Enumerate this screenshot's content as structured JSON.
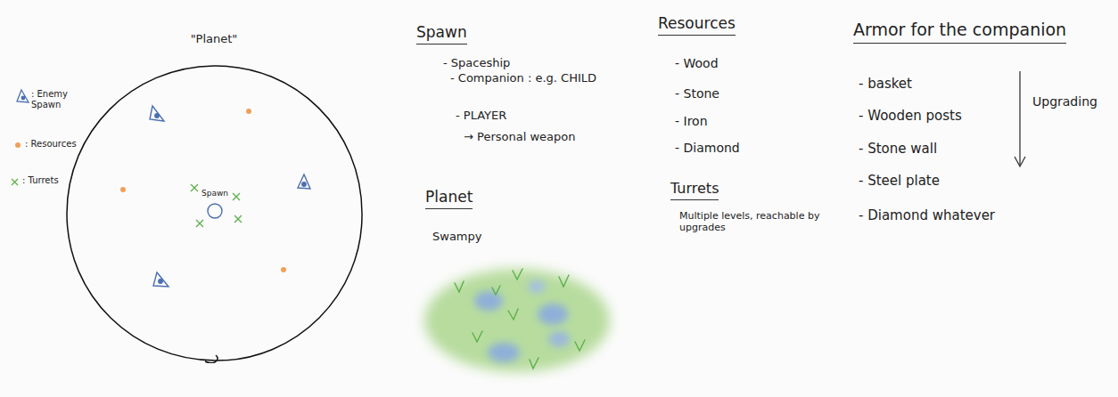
{
  "diagram": {
    "nodes": [
      {
        "text": [
          "\"Planet\""
        ]
      },
      {
        "text": [
          "Spawn"
        ],
        "in": 0
      }
    ],
    "edges": [],
    "labels": [
      "Spawn",
      "- Spaceship",
      "- Companion : e.g. CHILD",
      "- PLAYER",
      "→ Personal weapon",
      "Planet",
      "Swampy",
      "Resources",
      "- Wood",
      "- Stone",
      "- Iron",
      "- Diamond",
      "Turrets",
      "Multiple levels, reachable by upgrades",
      "Armor for the companion",
      "- basket",
      "- Wooden posts",
      "- Stone wall",
      "- Steel plate",
      "- Diamond whatever",
      "Upgrading"
    ],
    "legend": [
      {
        "text": ": Enemy Spawn"
      },
      {
        "text": ": Resources",
        "color": "#f0a05a"
      },
      {
        "text": ": Turrets"
      }
    ]
  }
}
